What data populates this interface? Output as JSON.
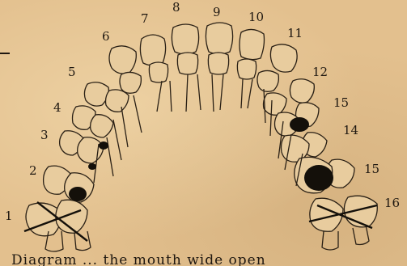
{
  "tooth_numbers": {
    "left": [
      "1",
      "2",
      "3",
      "4",
      "5",
      "6",
      "7"
    ],
    "top": [
      "8",
      "9",
      "10"
    ],
    "right": [
      "11",
      "12",
      "15",
      "14",
      "15",
      "16"
    ]
  },
  "caption": "Diagram ... the mouth wide open"
}
